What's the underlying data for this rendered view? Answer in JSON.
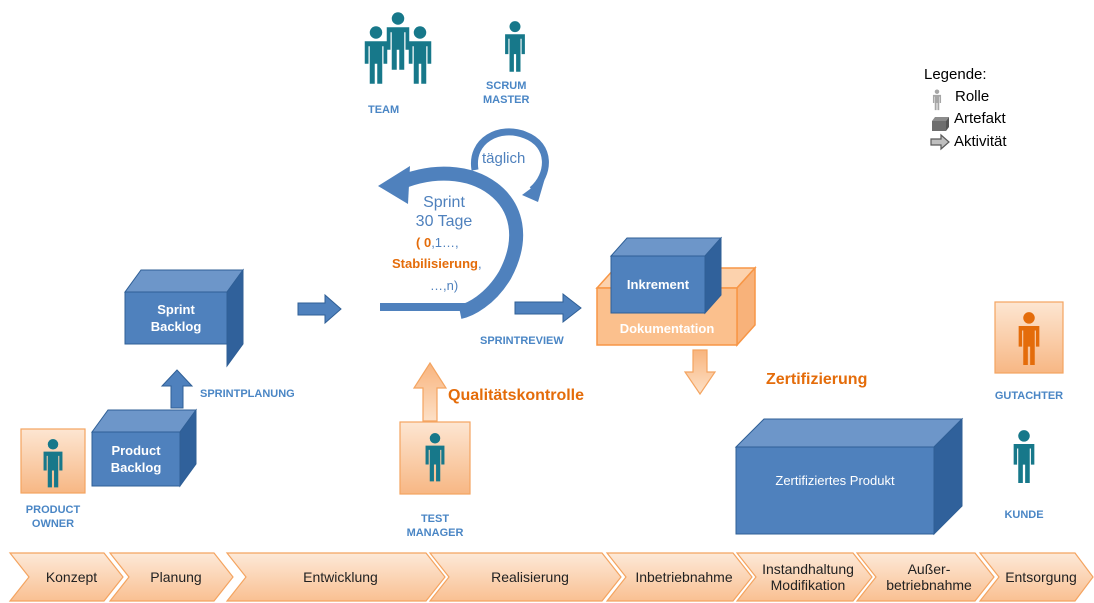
{
  "roles": {
    "team": "TEAM",
    "scrum_master": [
      "SCRUM",
      "MASTER"
    ],
    "product_owner": [
      "PRODUCT",
      "OWNER"
    ],
    "test_manager": [
      "TEST",
      "MANAGER"
    ],
    "gutachter": "GUTACHTER",
    "kunde": "KUNDE"
  },
  "activities": {
    "sprintplanung": "SPRINTPLANUNG",
    "sprintreview": "SPRINTREVIEW",
    "qualitaetskontrolle": "Qualitätskontrolle",
    "zertifizierung": "Zertifizierung"
  },
  "artifacts": {
    "product_backlog": [
      "Product",
      "Backlog"
    ],
    "sprint_backlog": [
      "Sprint",
      "Backlog"
    ],
    "inkrement": "Inkrement",
    "dokumentation": "Dokumentation",
    "zertifiziertes_produkt": "Zertifiziertes Produkt"
  },
  "sprint": {
    "daily": "täglich",
    "line1": "Sprint",
    "line2": "30 Tage",
    "l3_open": "( ",
    "l3_zero": "0",
    "l3_rest": ",1…,",
    "stab": "Stabilisierung",
    "stab_comma": ",",
    "l5": "…,n)"
  },
  "legend": {
    "title": "Legende:",
    "role": "Rolle",
    "artifact": "Artefakt",
    "activity": "Aktivität"
  },
  "phases": [
    {
      "label": "Konzept"
    },
    {
      "label": "Planung"
    },
    {
      "label": "Entwicklung"
    },
    {
      "label": "Realisierung"
    },
    {
      "label": "Inbetriebnahme"
    },
    {
      "label": "Instandhaltung\nModifikation"
    },
    {
      "label": "Außer-\nbetriebnahme"
    },
    {
      "label": "Entsorgung"
    }
  ],
  "colors": {
    "blue": "#4f81bd",
    "teal": "#17788a",
    "orange": "#e46c0a",
    "light_orange": "#fbd5b5",
    "phase_fill": "#fcd0a8",
    "label_blue": "#4a86c5"
  }
}
